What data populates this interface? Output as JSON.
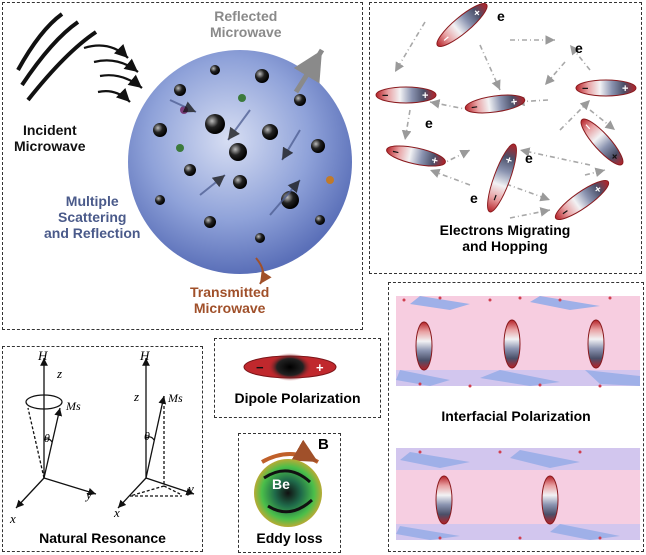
{
  "panels": {
    "scattering": {
      "incident": "Incident\nMicrowave",
      "reflected": "Reflected\nMicrowave",
      "multiple": "Multiple\nScattering\nand Reflection",
      "transmitted": "Transmitted\nMicrowave"
    },
    "hopping": {
      "title": "Electrons Migrating\nand Hopping",
      "electron": "e"
    },
    "dipole": {
      "title": "Dipole Polarization"
    },
    "eddy": {
      "title": "Eddy loss",
      "field": "B",
      "core": "Be"
    },
    "natural": {
      "title": "Natural Resonance",
      "H": "H",
      "z": "z",
      "x": "x",
      "y": "y",
      "Ms": "Ms",
      "theta": "θ"
    },
    "interfacial": {
      "title": "Interfacial Polarization"
    }
  },
  "colors": {
    "dipole_red": "#c0282d",
    "sphere_blue": "#6f86c8",
    "transmitted": "#a0502a",
    "reflected": "#8a8a8a",
    "multiple": "#4a5a8a",
    "interface_pink": "#f4c6dc",
    "interface_blue": "#8ea0e0"
  }
}
